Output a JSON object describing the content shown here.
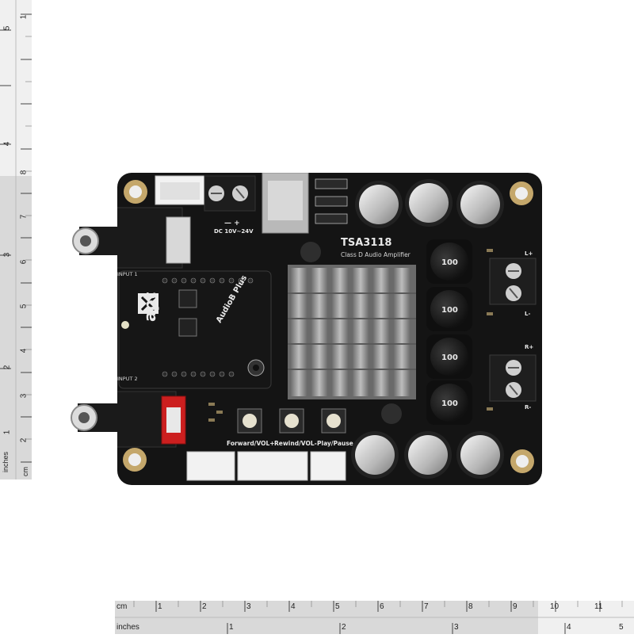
{
  "rulers": {
    "vertical": {
      "inch_ticks": [
        "5",
        "4",
        "3",
        "2",
        "1"
      ],
      "cm_ticks": [
        "8",
        "7",
        "6",
        "5",
        "4",
        "3",
        "2",
        "1"
      ],
      "unit_inches": "inches",
      "unit_cm": "cm"
    },
    "horizontal": {
      "cm_ticks": [
        "1",
        "2",
        "3",
        "4",
        "5",
        "6",
        "7",
        "8",
        "9",
        "10",
        "11"
      ],
      "inch_ticks": [
        "1",
        "2",
        "3",
        "4",
        "5"
      ],
      "unit_cm": "cm",
      "unit_inches": "inches"
    }
  },
  "board": {
    "chip_title": "TSA3118",
    "chip_subtitle": "Class D Audio Amplifier",
    "power_label": "DC 10V~24V",
    "polarity": "—  +",
    "input_1": "INPUT 1",
    "input_2": "INPUT 2",
    "output_left_plus": "L+",
    "output_left_minus": "L-",
    "output_right_plus": "R+",
    "output_right_minus": "R-",
    "inductor_values": [
      "100",
      "100",
      "100",
      "100"
    ],
    "module_brand": "apt",
    "module_name": "AudioB Plus",
    "buttons": [
      "Forward/VOL+",
      "Rewind/VOL-",
      "Play/Pause"
    ]
  },
  "colors": {
    "pcb": "#141414",
    "silkscreen": "#e8e8e8",
    "heatsink": "#9a9a9a",
    "rca_red": "#cc1f1f",
    "connector": "#f2f2f2",
    "ruler": "#c9c9c9"
  }
}
